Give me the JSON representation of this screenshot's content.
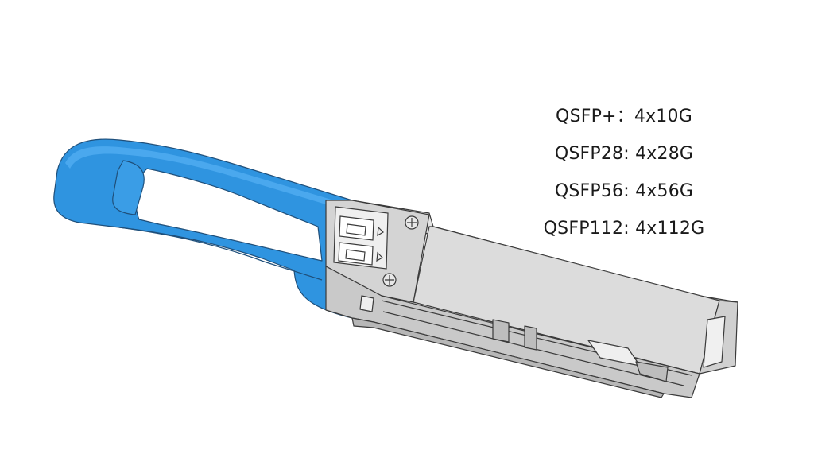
{
  "colors": {
    "background": "#ffffff",
    "pull_tab": "#2f94e0",
    "pull_tab_edge": "#1f6fb0",
    "housing_top": "#e3e3e3",
    "housing_side": "#c9c9c9",
    "housing_dark": "#a9a9a9",
    "outline": "#3a3a3a",
    "text": "#1a1a1a"
  },
  "icons": {
    "module": "qsfp-transceiver-icon",
    "pull_tab": "pull-tab-icon",
    "screw": "screw-icon",
    "port": "optical-port-icon"
  },
  "specs": [
    {
      "form_factor": "QSFP+",
      "separator": "：",
      "rate": "4x10G"
    },
    {
      "form_factor": "QSFP28",
      "separator": ": ",
      "rate": "4x28G"
    },
    {
      "form_factor": "QSFP56",
      "separator": ": ",
      "rate": "4x56G"
    },
    {
      "form_factor": "QSFP112",
      "separator": ": ",
      "rate": "4x112G"
    }
  ]
}
